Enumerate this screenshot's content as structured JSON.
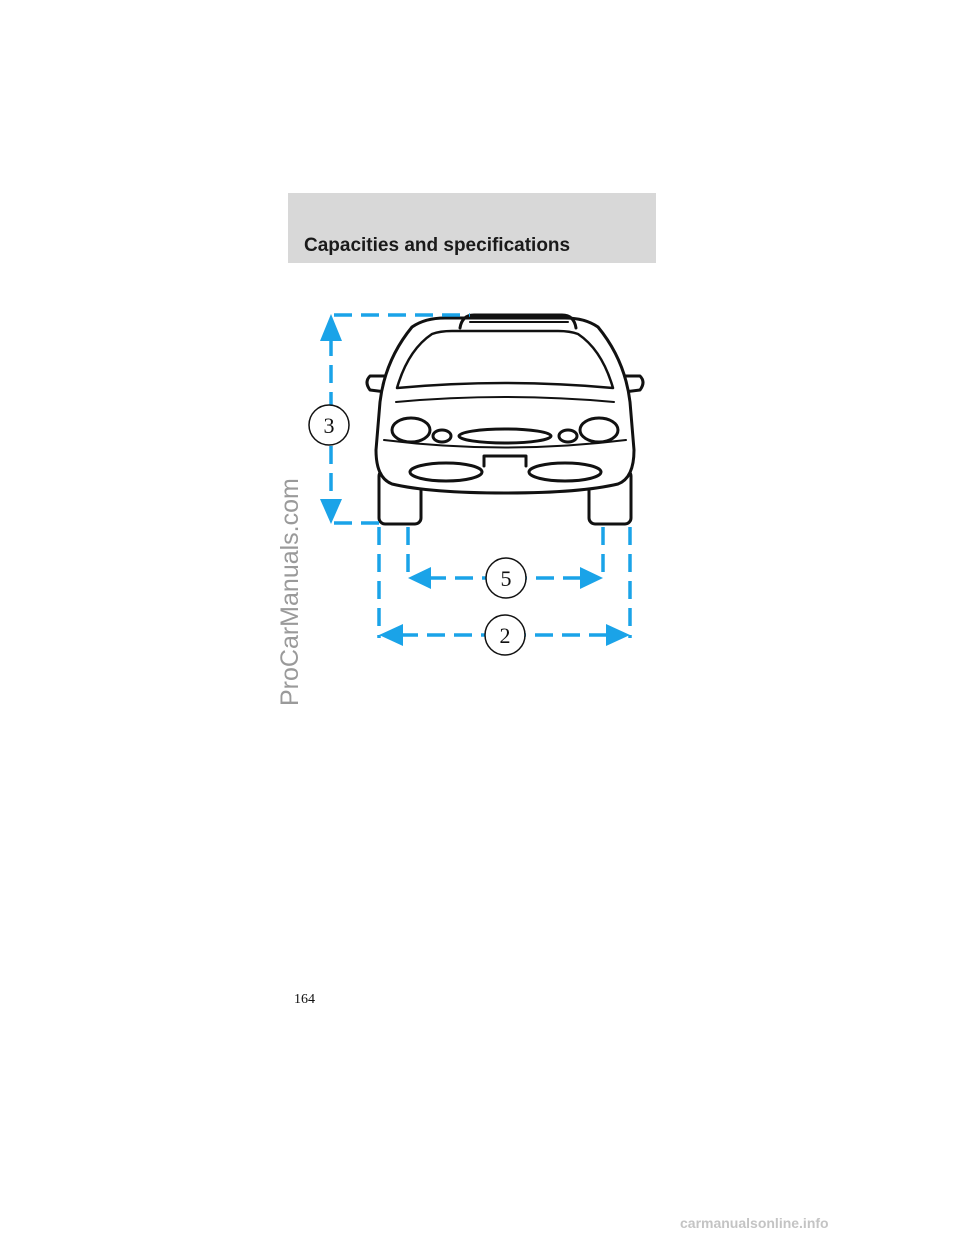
{
  "header": {
    "title": "Capacities and specifications"
  },
  "watermark_side": "ProCarManuals.com",
  "diagram": {
    "callouts": {
      "height": "3",
      "track": "5",
      "width": "2"
    },
    "line_color": "#1aa3e8"
  },
  "page_number": "164",
  "footer_watermark": "carmanualsonline.info"
}
